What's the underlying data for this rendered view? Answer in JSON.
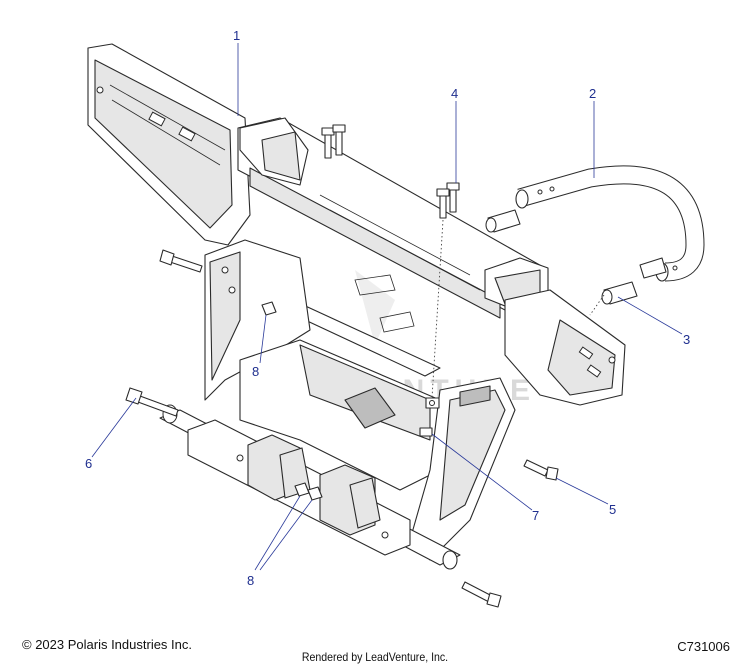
{
  "callouts": [
    {
      "id": "1",
      "label": "1"
    },
    {
      "id": "2",
      "label": "2"
    },
    {
      "id": "3",
      "label": "3"
    },
    {
      "id": "4",
      "label": "4"
    },
    {
      "id": "5",
      "label": "5"
    },
    {
      "id": "6",
      "label": "6"
    },
    {
      "id": "7",
      "label": "7"
    },
    {
      "id": "8a",
      "label": "8"
    },
    {
      "id": "8b",
      "label": "8"
    }
  ],
  "watermark": "LEADVENTURE",
  "footer": {
    "copyright": "© 2023 Polaris Industries Inc.",
    "rendered_by": "Rendered by LeadVenture, Inc.",
    "diagram_code": "C731006"
  },
  "colors": {
    "callout": "#1f2f8f",
    "line": "#2b2b2b",
    "watermark": "#d9d9d9"
  }
}
